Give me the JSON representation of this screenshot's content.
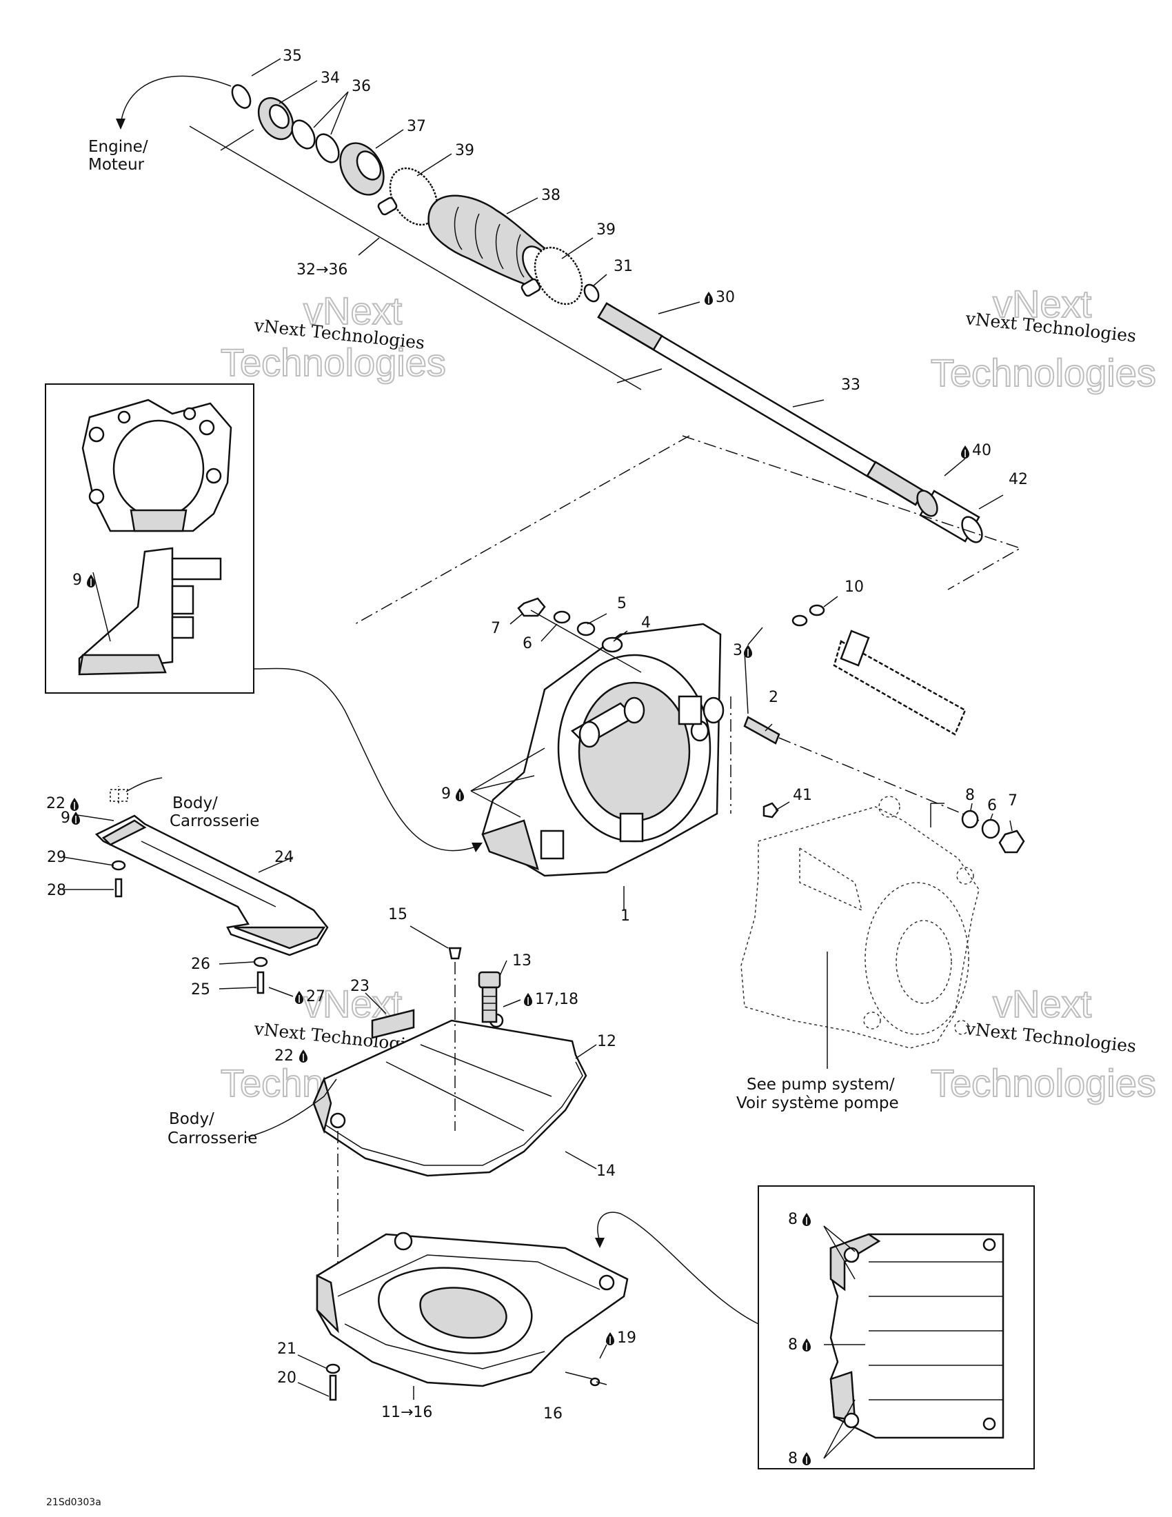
{
  "callouts": {
    "c35": "35",
    "c34": "34",
    "c36": "36",
    "c37": "37",
    "c39a": "39",
    "c38": "38",
    "c39b": "39",
    "c31": "31",
    "c30": "30",
    "c32_36": "32→36",
    "c33": "33",
    "c40": "40",
    "c42": "42",
    "c10": "10",
    "c3": "3",
    "c2": "2",
    "c7a": "7",
    "c5": "5",
    "c6a": "6",
    "c4": "4",
    "c9inset": "9",
    "c9main": "9",
    "c41": "41",
    "c8": "8",
    "c6b": "6",
    "c7b": "7",
    "c1": "1",
    "c22a": "22",
    "c9left": "9",
    "c29": "29",
    "c28": "28",
    "c24": "24",
    "c15": "15",
    "c13": "13",
    "c17_18": "17,18",
    "c23": "23",
    "c26": "26",
    "c25": "25",
    "c27": "27",
    "c22b": "22",
    "c12": "12",
    "c14": "14",
    "c21": "21",
    "c20": "20",
    "c11_16": "11→16",
    "c16": "16",
    "c19": "19",
    "c8a": "8",
    "c8b": "8",
    "c8c": "8"
  },
  "notes": {
    "engine_line1": "Engine/",
    "engine_line2": "Moteur",
    "body_a_line1": "Body/",
    "body_a_line2": "Carrosserie",
    "body_b_line1": "Body/",
    "body_b_line2": "Carrosserie",
    "pump_line1": "See pump system/",
    "pump_line2": "Voir système pompe"
  },
  "watermarks": {
    "company": "vNext Technologies",
    "word1": "vNext",
    "word2": "Technologies"
  },
  "drawing_code": "21Sd0303a",
  "icons": [
    "sealant-drop-icon"
  ]
}
